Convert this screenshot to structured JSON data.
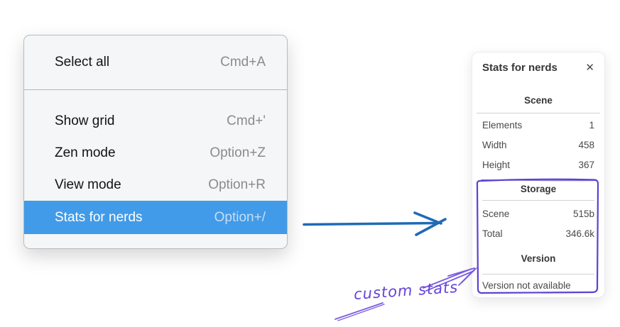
{
  "menu": {
    "sections": [
      {
        "items": [
          {
            "label": "Select all",
            "shortcut": "Cmd+A"
          }
        ]
      },
      {
        "items": [
          {
            "label": "Show grid",
            "shortcut": "Cmd+'"
          },
          {
            "label": "Zen mode",
            "shortcut": "Option+Z"
          },
          {
            "label": "View mode",
            "shortcut": "Option+R"
          },
          {
            "label": "Stats for nerds",
            "shortcut": "Option+/",
            "selected": true
          }
        ]
      }
    ]
  },
  "stats_panel": {
    "title": "Stats for nerds",
    "close_icon": "✕",
    "scene": {
      "heading": "Scene",
      "rows": [
        {
          "label": "Elements",
          "value": "1"
        },
        {
          "label": "Width",
          "value": "458"
        },
        {
          "label": "Height",
          "value": "367"
        }
      ]
    },
    "storage": {
      "heading": "Storage",
      "rows": [
        {
          "label": "Scene",
          "value": "515b"
        },
        {
          "label": "Total",
          "value": "346.6k"
        }
      ]
    },
    "version": {
      "heading": "Version",
      "note": "Version not available"
    }
  },
  "annotation": {
    "label": "custom stats"
  },
  "colors": {
    "menu_highlight": "#419be8",
    "flow_arrow": "#1f6bb5",
    "annotation_box": "#5b42cf",
    "annotation_arrow": "#7a5be0",
    "annotation_text": "#6743d6"
  }
}
